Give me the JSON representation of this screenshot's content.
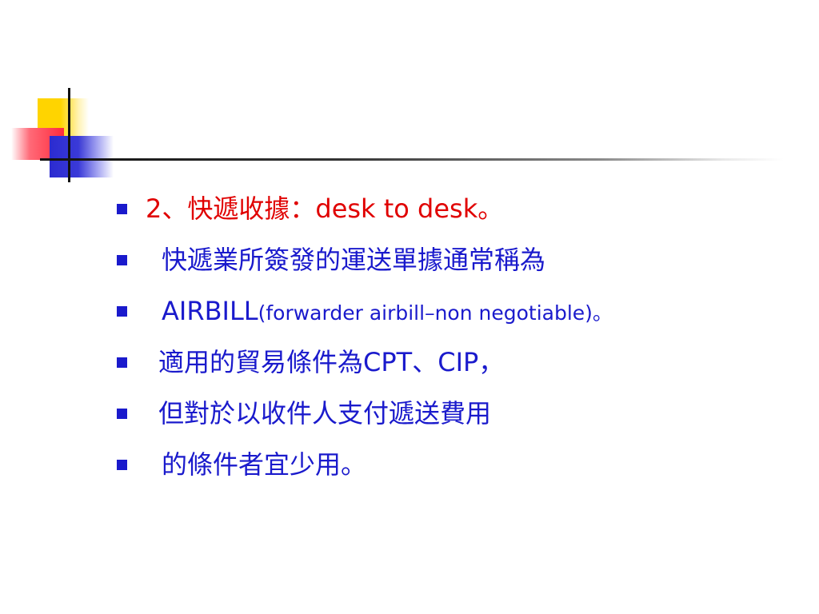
{
  "slide": {
    "colors": {
      "text": "#1a1acc",
      "highlight": "#e00000",
      "bullet": "#1a1acc",
      "accent_yellow": "#ffd400",
      "accent_red": "#ff2a3c",
      "accent_blue": "#2b2bd0"
    },
    "bullets": [
      {
        "prefix": "2",
        "cjk_a": "、快遞收據：",
        "latin": "desk to desk",
        "cjk_b": "。"
      },
      {
        "text": "快遞業所簽發的運送單據通常稱為"
      },
      {
        "main": "AIRBILL",
        "detail_a": "(forwarder   airbill",
        "dash": "–",
        "detail_b": "non   negotiable)",
        "end": "。"
      },
      {
        "cjk": "適用的貿易條件為",
        "latin_a": "CPT",
        "sep": "、",
        "latin_b": "CIP",
        "end": "，"
      },
      {
        "text": "但對於以收件人支付遞送費用"
      },
      {
        "text": "的條件者宜少用。"
      }
    ]
  }
}
